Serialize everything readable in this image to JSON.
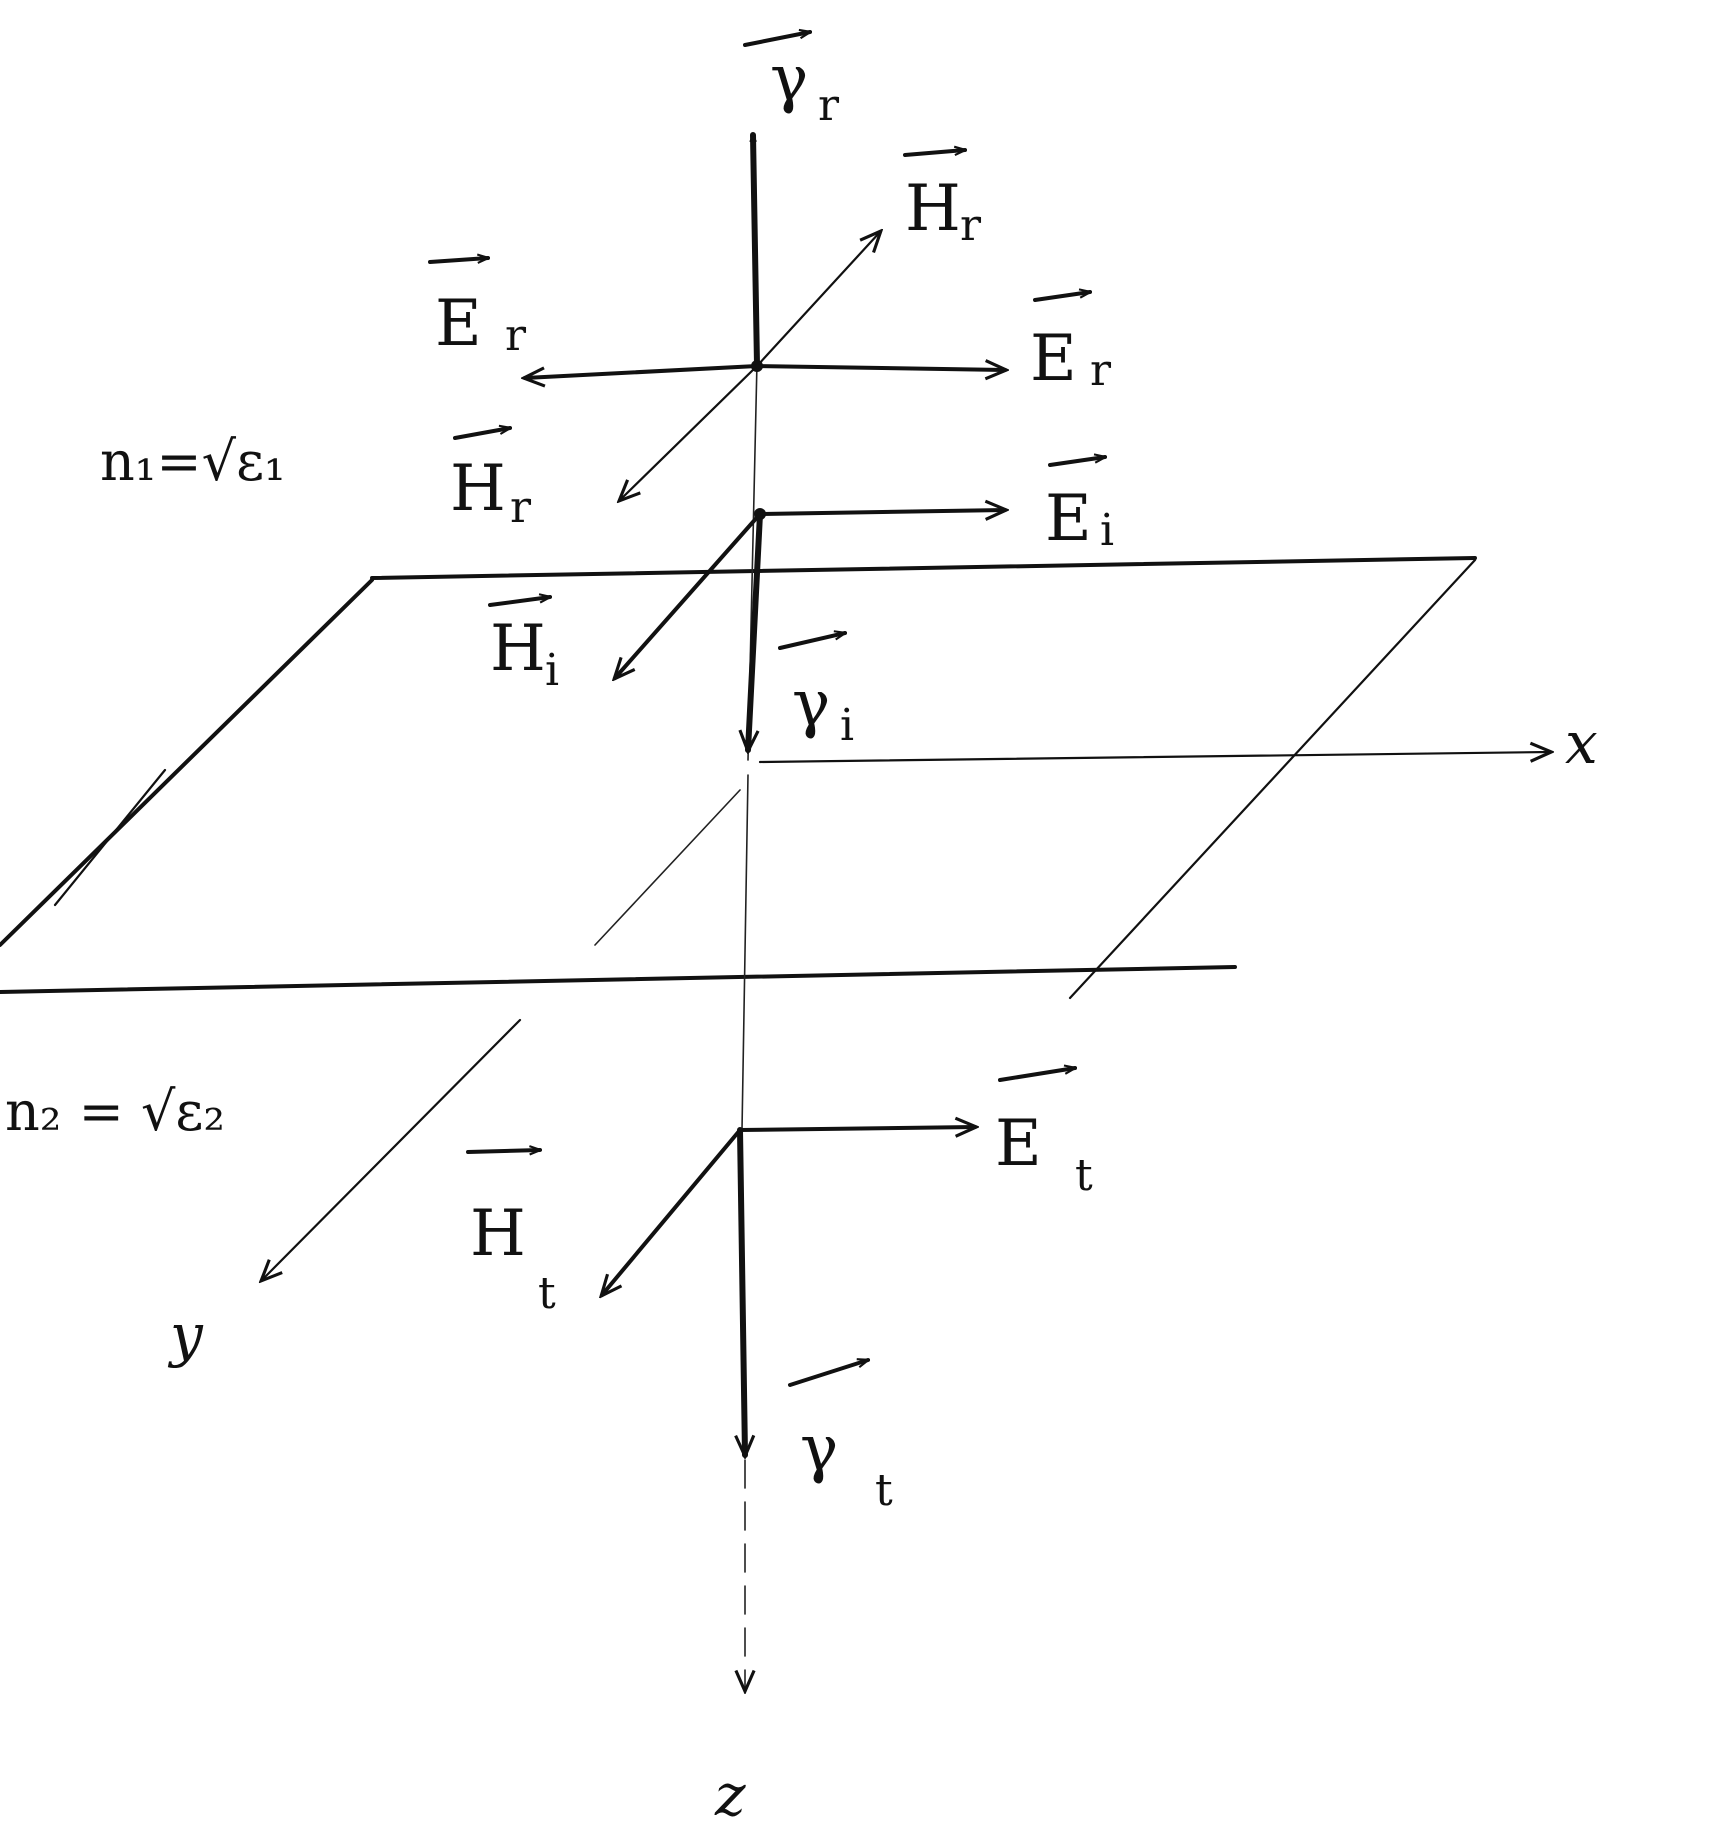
{
  "labels": {
    "gamma_r": {
      "symbol": "γ",
      "sub": "r"
    },
    "H_r_up": {
      "symbol": "H",
      "sub": "r"
    },
    "E_r_left": {
      "symbol": "E",
      "sub": "r"
    },
    "E_r_right": {
      "symbol": "E",
      "sub": "r"
    },
    "H_r_down": {
      "symbol": "H",
      "sub": "r"
    },
    "E_i": {
      "symbol": "E",
      "sub": "i"
    },
    "H_i": {
      "symbol": "H",
      "sub": "i"
    },
    "gamma_i": {
      "symbol": "γ",
      "sub": "i"
    },
    "E_t": {
      "symbol": "E",
      "sub": "t"
    },
    "H_t": {
      "symbol": "H",
      "sub": "t"
    },
    "gamma_t": {
      "symbol": "γ",
      "sub": "t"
    }
  },
  "media": {
    "n1": "n₁=√ε₁",
    "n2": "n₂ = √ε₂"
  },
  "axes": {
    "x": "x",
    "y": "y",
    "z": "z"
  },
  "colors": {
    "ink": "#111111",
    "paper": "#ffffff"
  }
}
